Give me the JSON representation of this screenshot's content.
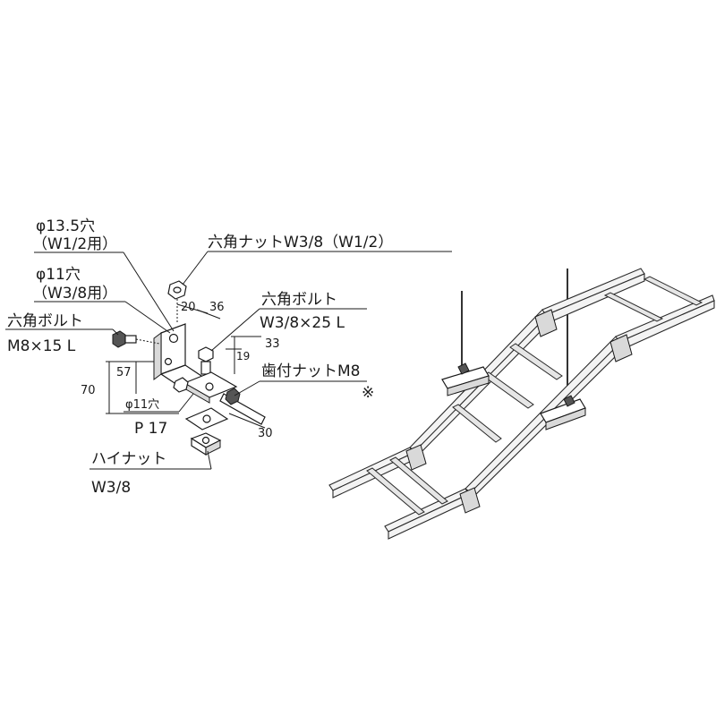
{
  "labels": {
    "hole_large": "φ13.5穴",
    "hole_large_use": "（W1/2用）",
    "hole_small": "φ11穴",
    "hole_small_use": "（W3/8用）",
    "hex_nut": "六角ナットW3/8（W1/2）",
    "hex_bolt_left": "六角ボルト",
    "hex_bolt_left_size": "M8×15 L",
    "hex_bolt_right": "六角ボルト",
    "hex_bolt_right_size": "W3/8×25 L",
    "toothed_nut": "歯付ナットM8",
    "note_mark": "※",
    "hole_bottom": "φ11穴",
    "plate": "P 17",
    "high_nut": "ハイナット",
    "high_nut_size": "W3/8"
  },
  "dimensions": {
    "d20": "20",
    "d36": "36",
    "d33": "33",
    "d19": "19",
    "d57": "57",
    "d70": "70",
    "d30": "30"
  }
}
